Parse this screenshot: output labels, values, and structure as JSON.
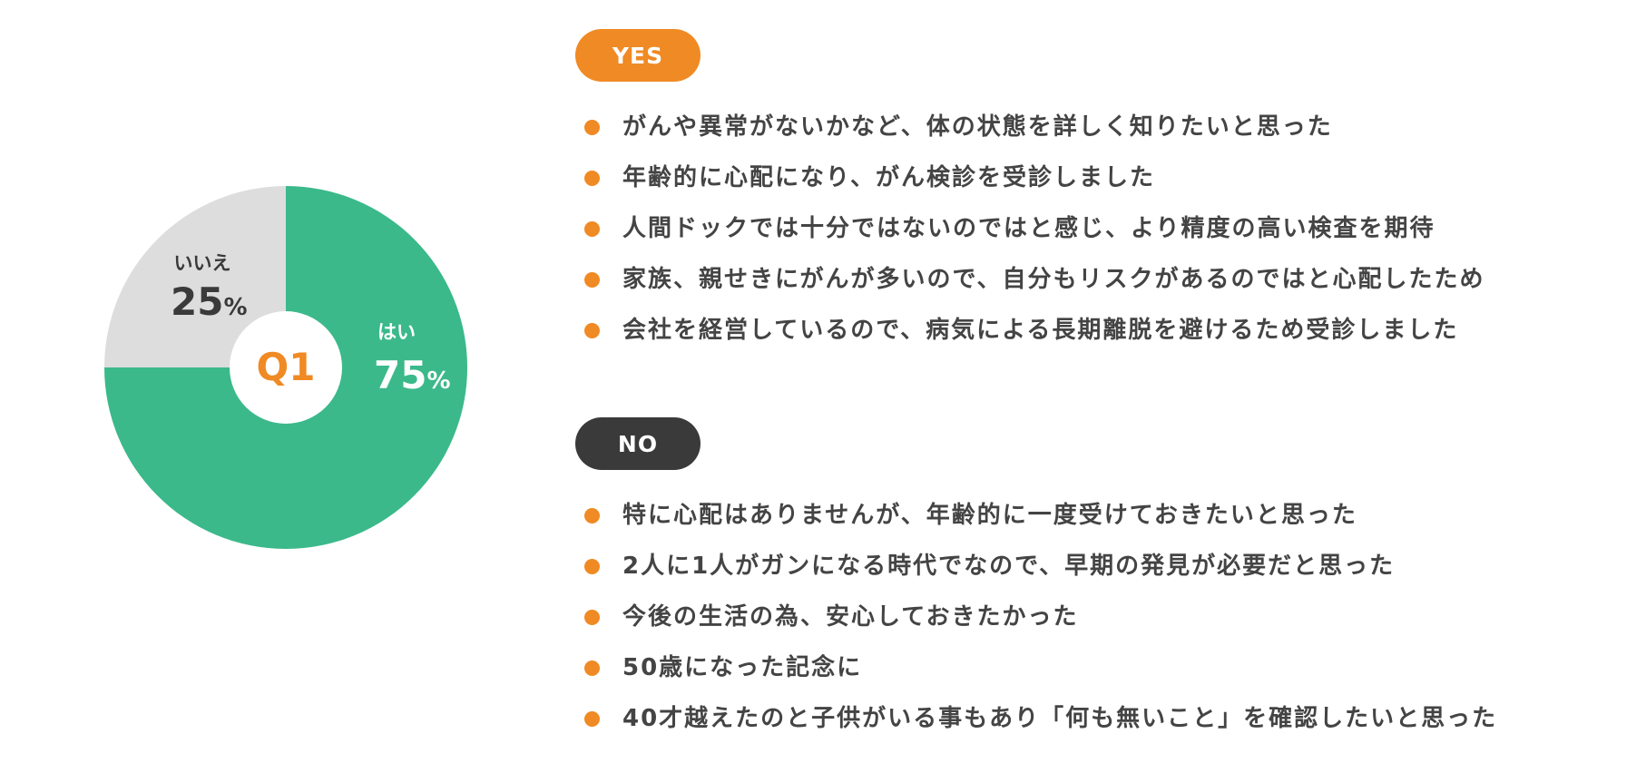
{
  "colors": {
    "accent": "#F08A24",
    "green": "#3BB98A",
    "gray": "#DDDDDD",
    "dark": "#3A3A3A",
    "text": "#444444"
  },
  "chart_data": {
    "type": "pie",
    "center_label": "Q1",
    "slices": [
      {
        "label": "はい",
        "value": 75,
        "display": "75",
        "unit": "%"
      },
      {
        "label": "いいえ",
        "value": 25,
        "display": "25",
        "unit": "%"
      }
    ]
  },
  "yes": {
    "label": "YES",
    "items": [
      "がんや異常がないかなど、体の状態を詳しく知りたいと思った",
      "年齢的に心配になり、がん検診を受診しました",
      "人間ドックでは十分ではないのではと感じ、より精度の高い検査を期待",
      "家族、親せきにがんが多いので、自分もリスクがあるのではと心配したため",
      "会社を経営しているので、病気による長期離脱を避けるため受診しました"
    ]
  },
  "no": {
    "label": "NO",
    "items": [
      "特に心配はありませんが、年齢的に一度受けておきたいと思った",
      "2人に1人がガンになる時代でなので、早期の発見が必要だと思った",
      "今後の生活の為、安心しておきたかった",
      "50歳になった記念に",
      "40才越えたのと子供がいる事もあり「何も無いこと」を確認したいと思った"
    ]
  }
}
